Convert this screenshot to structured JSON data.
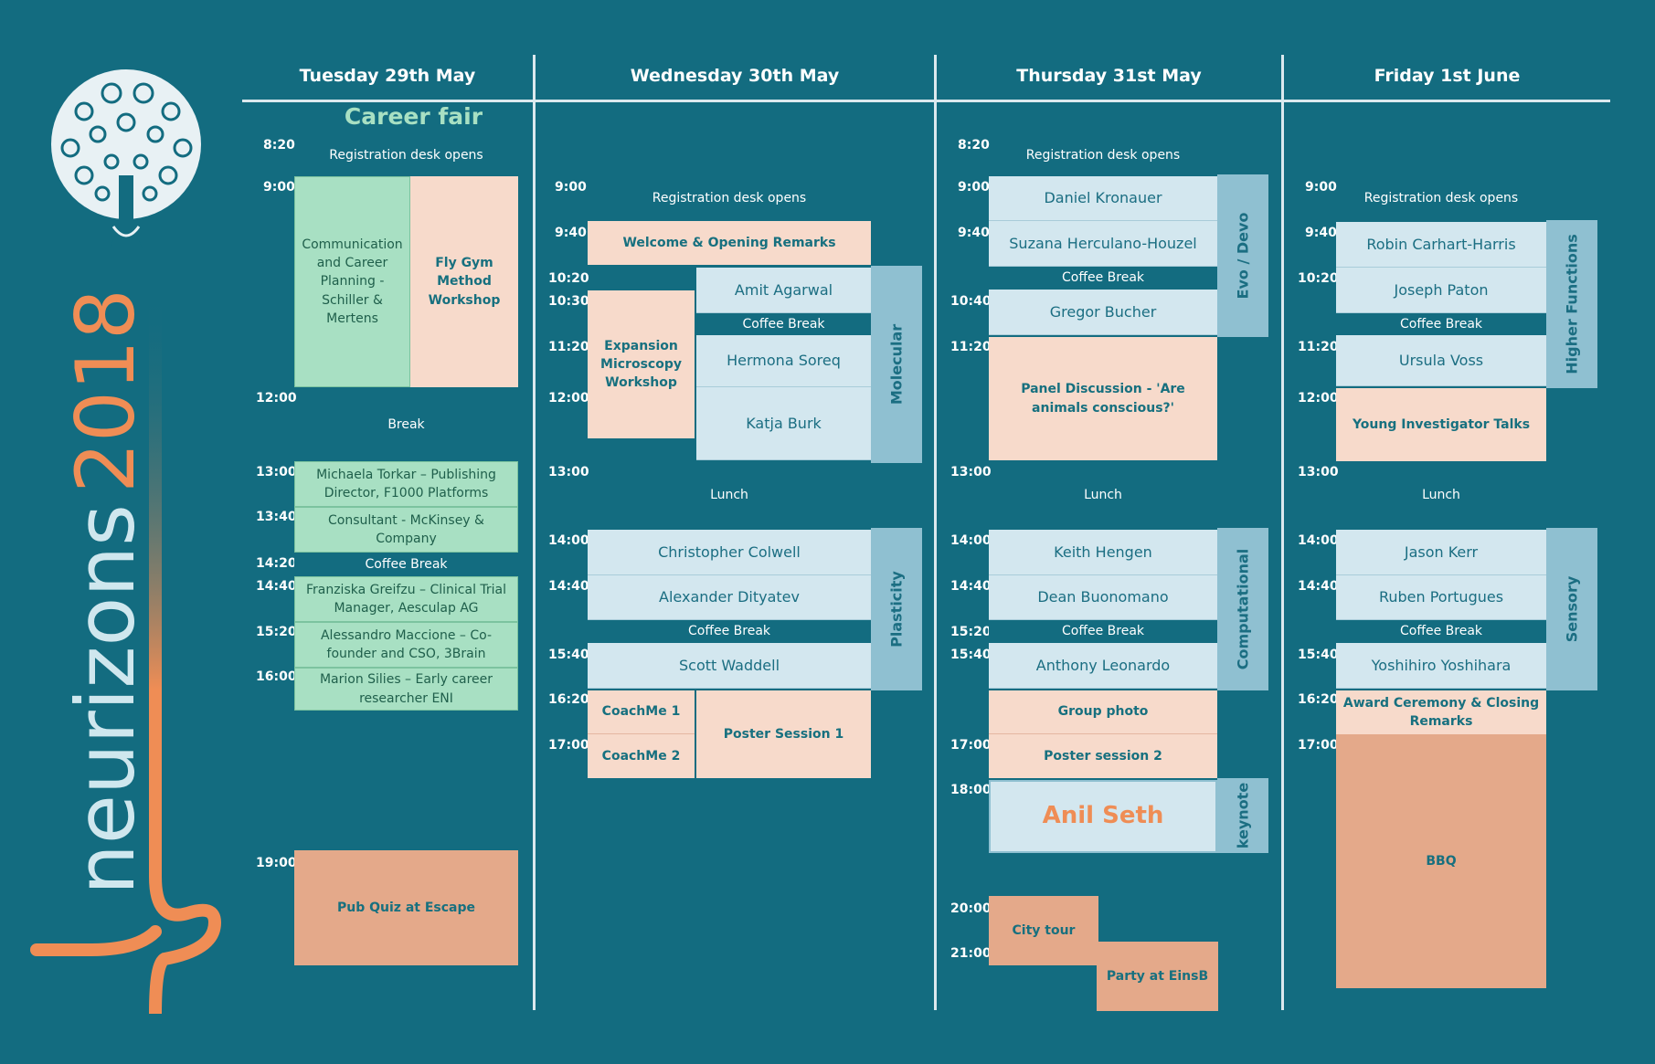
{
  "brand": {
    "name": "neurizons",
    "year": "2018"
  },
  "colors": {
    "background": "#136c80",
    "green": "#a8e0c3",
    "pink": "#f7dacb",
    "salmon": "#e4a98a",
    "blue": "#d3e7ef",
    "topic": "#8fc0d1",
    "accent": "#ef8d55"
  },
  "days": {
    "tue": "Tuesday 29th May",
    "wed": "Wednesday 30th May",
    "thu": "Thursday 31st May",
    "fri": "Friday 1st June"
  },
  "tue": {
    "career_fair": "Career fair",
    "times": [
      "8:20",
      "9:00",
      "12:00",
      "13:00",
      "13:40",
      "14:20",
      "14:40",
      "15:20",
      "16:00",
      "19:00"
    ],
    "registration": "Registration desk opens",
    "communication": "Communication and Career Planning - Schiller & Mertens",
    "flygym": "Fly Gym Method Workshop",
    "break": "Break",
    "torkar": "Michaela Torkar  – Publishing Director, F1000 Platforms",
    "consultant": "Consultant - McKinsey & Company",
    "coffee": "Coffee Break",
    "greifzu": "Franziska Greifzu – Clinical Trial Manager, Aesculap AG",
    "maccione": "Alessandro Maccione – Co-founder and CSO, 3Brain",
    "silies": "Marion Silies – Early career researcher ENI",
    "pubquiz": "Pub Quiz at Escape"
  },
  "wed": {
    "times": [
      "9:00",
      "9:40",
      "10:20",
      "10:30",
      "11:20",
      "12:00",
      "13:00",
      "14:00",
      "14:40",
      "15:40",
      "16:20",
      "17:00"
    ],
    "registration": "Registration desk opens",
    "welcome": "Welcome & Opening Remarks",
    "agarwal": "Amit Agarwal",
    "coffee1": "Coffee Break",
    "expansion": "Expansion Microscopy Workshop",
    "soreq": "Hermona Soreq",
    "burk": "Katja Burk",
    "molecular": "Molecular",
    "lunch": "Lunch",
    "colwell": "Christopher Colwell",
    "dityatev": "Alexander Dityatev",
    "coffee2": "Coffee Break",
    "waddell": "Scott Waddell",
    "plasticity": "Plasticity",
    "coachme1": "CoachMe 1",
    "coachme2": "CoachMe 2",
    "poster": "Poster Session 1"
  },
  "thu": {
    "times": [
      "8:20",
      "9:00",
      "9:40",
      "10:40",
      "11:20",
      "13:00",
      "14:00",
      "14:40",
      "15:20",
      "15:40",
      "17:00",
      "18:00",
      "20:00",
      "21:00"
    ],
    "registration": "Registration desk opens",
    "kronauer": "Daniel Kronauer",
    "herculano": "Suzana Herculano-Houzel",
    "coffee1": "Coffee Break",
    "bucher": "Gregor Bucher",
    "evodevo": "Evo / Devo",
    "panel": "Panel Discussion - 'Are animals conscious?'",
    "lunch": "Lunch",
    "hengen": "Keith Hengen",
    "buonomano": "Dean Buonomano",
    "coffee2": "Coffee Break",
    "leonardo": "Anthony Leonardo",
    "computational": "Computational",
    "groupphoto": "Group photo",
    "poster": "Poster session 2",
    "seth": "Anil Seth",
    "keynote": "keynote",
    "citytour": "City tour",
    "party": "Party at EinsB"
  },
  "fri": {
    "times": [
      "9:00",
      "9:40",
      "10:20",
      "11:20",
      "12:00",
      "13:00",
      "14:00",
      "14:40",
      "15:40",
      "16:20",
      "17:00"
    ],
    "registration": "Registration desk opens",
    "carhart": "Robin Carhart-Harris",
    "paton": "Joseph Paton",
    "coffee1": "Coffee Break",
    "voss": "Ursula Voss",
    "higher": "Higher Functions",
    "yit": "Young Investigator Talks",
    "lunch": "Lunch",
    "kerr": "Jason Kerr",
    "portugues": "Ruben Portugues",
    "coffee2": "Coffee Break",
    "yoshihara": "Yoshihiro Yoshihara",
    "sensory": "Sensory",
    "award": "Award Ceremony & Closing Remarks",
    "bbq": "BBQ"
  }
}
